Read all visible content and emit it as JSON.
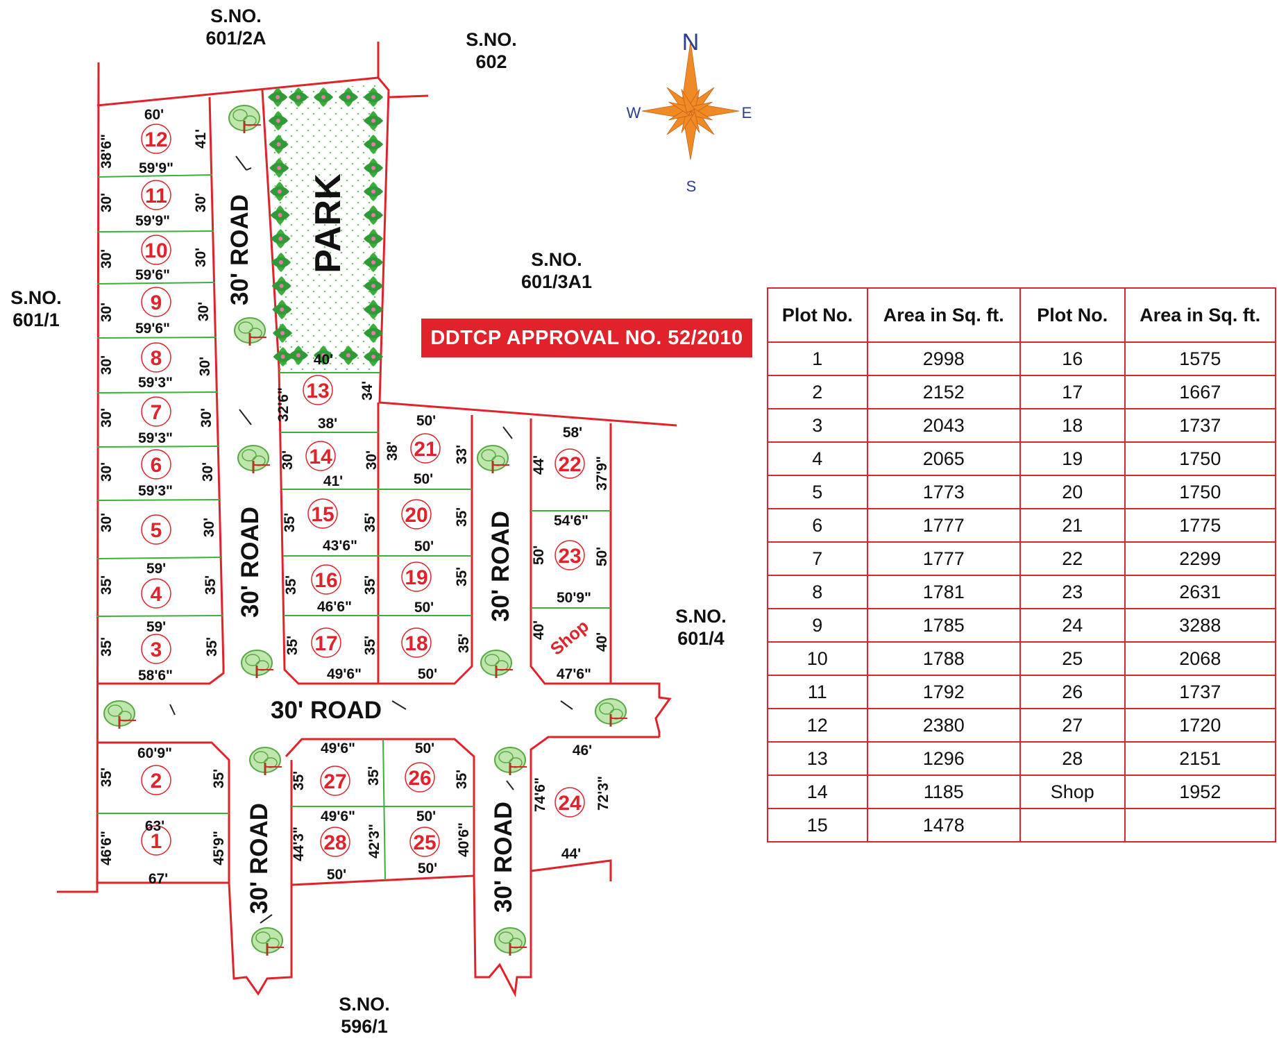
{
  "survey_numbers": [
    "S.NO.",
    "601/2A",
    "602",
    "601/1",
    "601/3A1",
    "601/4",
    "596/1"
  ],
  "compass": {
    "north": "N",
    "south": "S",
    "east": "E",
    "west": "W"
  },
  "park_label": "PARK",
  "road_label": "30' ROAD",
  "approval_text": "DDTCP APPROVAL NO. 52/2010",
  "plots": [
    "1",
    "2",
    "3",
    "4",
    "5",
    "6",
    "7",
    "8",
    "9",
    "10",
    "11",
    "12",
    "13",
    "14",
    "15",
    "16",
    "17",
    "18",
    "19",
    "20",
    "21",
    "22",
    "23",
    "24",
    "25",
    "26",
    "27",
    "28",
    "Shop"
  ],
  "dimensions": {
    "p12": [
      "60'",
      "38'6\"",
      "41'",
      "59'9\""
    ],
    "p11": [
      "30'",
      "30'",
      "59'9\""
    ],
    "p10": [
      "30'",
      "30'",
      "59'6\""
    ],
    "p9": [
      "30'",
      "30'",
      "59'6\""
    ],
    "p8": [
      "30'",
      "30'",
      "59'3\""
    ],
    "p7": [
      "30'",
      "30'",
      "59'3\""
    ],
    "p6": [
      "30'",
      "30'",
      "59'3\""
    ],
    "p5": [
      "30'",
      "30'"
    ],
    "p4": [
      "59'",
      "35'",
      "35'"
    ],
    "p3": [
      "59'",
      "35'",
      "35'",
      "58'6\""
    ],
    "p2": [
      "60'9\"",
      "35'",
      "35'"
    ],
    "p1": [
      "63'",
      "46'6\"",
      "45'9\"",
      "67'"
    ],
    "p13": [
      "40'",
      "32'6\"",
      "34'",
      "38'"
    ],
    "p14": [
      "30'",
      "30'",
      "41'"
    ],
    "p15": [
      "35'",
      "35'",
      "43'6\""
    ],
    "p16": [
      "35'",
      "35'",
      "46'6\""
    ],
    "p17": [
      "35'",
      "35'",
      "49'6\""
    ],
    "p21": [
      "50'",
      "38'",
      "33'",
      "50'"
    ],
    "p20": [
      "35'",
      "50'"
    ],
    "p19": [
      "35'",
      "50'"
    ],
    "p18": [
      "35'",
      "50'"
    ],
    "p22": [
      "58'",
      "44'",
      "37'9\""
    ],
    "p23": [
      "54'6\"",
      "50'",
      "50'",
      "50'9\""
    ],
    "shop": [
      "40'",
      "40'",
      "47'6\""
    ],
    "p27": [
      "49'6\"",
      "35'",
      "35'"
    ],
    "p28": [
      "49'6\"",
      "44'3\"",
      "42'3\"",
      "50'"
    ],
    "p26": [
      "50'",
      "35'"
    ],
    "p25": [
      "50'",
      "40'6\"",
      "50'"
    ],
    "p24": [
      "46'",
      "74'6\"",
      "72'3\"",
      "44'"
    ]
  },
  "table": {
    "headers": [
      "Plot No.",
      "Area  in Sq. ft.",
      "Plot No.",
      "Area  in Sq. ft."
    ],
    "rows": [
      [
        "1",
        "2998",
        "16",
        "1575"
      ],
      [
        "2",
        "2152",
        "17",
        "1667"
      ],
      [
        "3",
        "2043",
        "18",
        "1737"
      ],
      [
        "4",
        "2065",
        "19",
        "1750"
      ],
      [
        "5",
        "1773",
        "20",
        "1750"
      ],
      [
        "6",
        "1777",
        "21",
        "1775"
      ],
      [
        "7",
        "1777",
        "22",
        "2299"
      ],
      [
        "8",
        "1781",
        "23",
        "2631"
      ],
      [
        "9",
        "1785",
        "24",
        "3288"
      ],
      [
        "10",
        "1788",
        "25",
        "2068"
      ],
      [
        "11",
        "1792",
        "26",
        "1737"
      ],
      [
        "12",
        "2380",
        "27",
        "1720"
      ],
      [
        "13",
        "1296",
        "28",
        "2151"
      ],
      [
        "14",
        "1185",
        "Shop",
        "1952"
      ],
      [
        "15",
        "1478",
        "",
        ""
      ]
    ]
  },
  "colors": {
    "boundary": "#e0232a",
    "plot_divider": "#3cae3a",
    "plot_number": "#e0232a",
    "compass": "#2b3d8f",
    "compass_star": "#f08a24",
    "tree": "#6abf4b"
  }
}
